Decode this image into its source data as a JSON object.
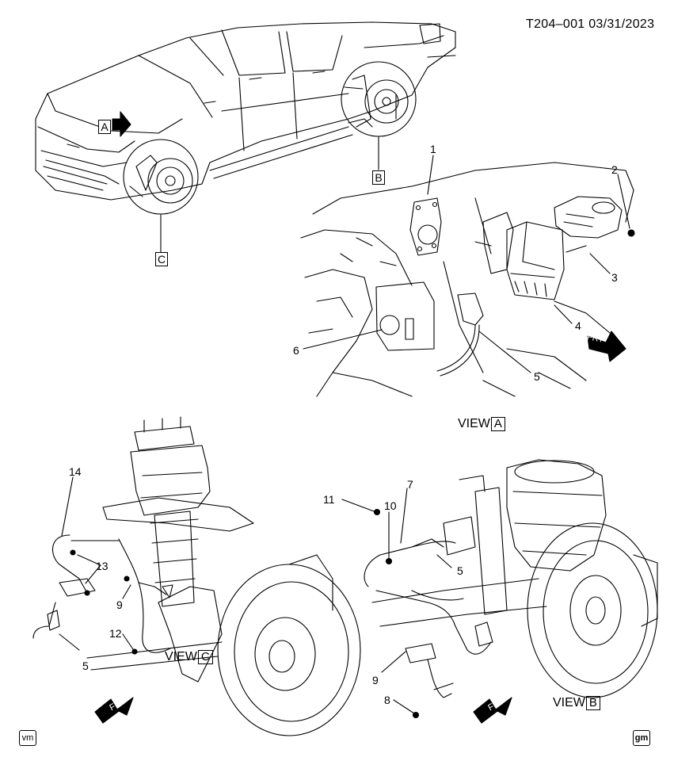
{
  "header": {
    "code": "T204–001  03/31/2023"
  },
  "overview": {
    "view_markers": [
      {
        "letter": "A"
      },
      {
        "letter": "B"
      },
      {
        "letter": "C"
      }
    ]
  },
  "view_a": {
    "caption_prefix": "VIEW",
    "caption_letter": "A",
    "frt_label": "FRT",
    "callouts": [
      "1",
      "2",
      "3",
      "4",
      "5",
      "6"
    ]
  },
  "view_c": {
    "caption_prefix": "VIEW",
    "caption_letter": "C",
    "frt_label": "FRT",
    "callouts": [
      "14",
      "13",
      "9",
      "12",
      "5"
    ]
  },
  "view_b": {
    "caption_prefix": "VIEW",
    "caption_letter": "B",
    "frt_label": "FRT",
    "callouts": [
      "11",
      "10",
      "7",
      "5",
      "9",
      "8"
    ]
  },
  "footer": {
    "left_badge": "vm",
    "right_badge": "gm"
  }
}
